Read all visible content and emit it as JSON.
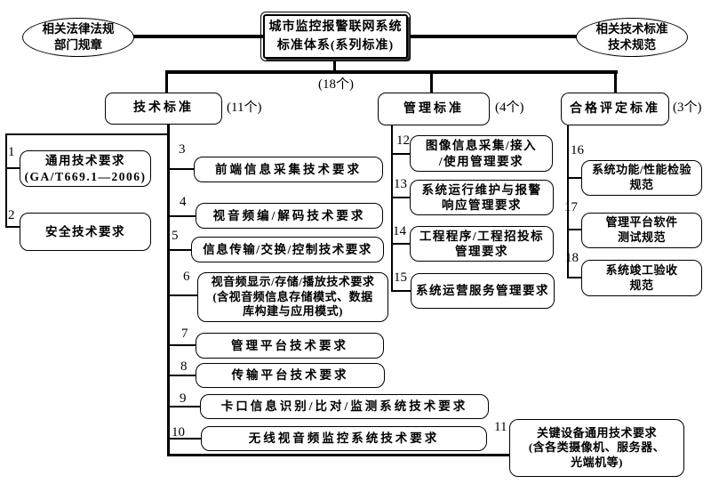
{
  "diagram": {
    "root": {
      "title": "城市监控报警联网系统\n标准体系(系列标准)",
      "total_count": "(18个)"
    },
    "left_ellipse": {
      "label": "相关法律法规\n部门规章"
    },
    "right_ellipse": {
      "label": "相关技术标准\n技术规范"
    },
    "branches": {
      "tech": {
        "label": "技术标准",
        "count": "(11个)"
      },
      "mgmt": {
        "label": "管理标准",
        "count": "(4个)"
      },
      "conformity": {
        "label": "合格评定标准",
        "count": "(3个)"
      }
    },
    "nodes": {
      "n1": {
        "num": "1",
        "label": "通用技术要求\n(GA/T669.1—2006)"
      },
      "n2": {
        "num": "2",
        "label": "安全技术要求"
      },
      "n3": {
        "num": "3",
        "label": "前端信息采集技术要求"
      },
      "n4": {
        "num": "4",
        "label": "视音频编/解码技术要求"
      },
      "n5": {
        "num": "5",
        "label": "信息传输/交换/控制技术要求"
      },
      "n6": {
        "num": "6",
        "label": "视音频显示/存储/播放技术要求\n(含视音频信息存储模式、数据\n库构建与应用模式)"
      },
      "n7": {
        "num": "7",
        "label": "管理平台技术要求"
      },
      "n8": {
        "num": "8",
        "label": "传输平台技术要求"
      },
      "n9": {
        "num": "9",
        "label": "卡口信息识别/比对/监测系统技术要求"
      },
      "n10": {
        "num": "10",
        "label": "无线视音频监控系统技术要求"
      },
      "n11": {
        "num": "11",
        "label": "关键设备通用技术要求\n(含各类摄像机、服务器、\n光端机等)"
      },
      "n12": {
        "num": "12",
        "label": "图像信息采集/接入\n/使用管理要求"
      },
      "n13": {
        "num": "13",
        "label": "系统运行维护与报警\n响应管理要求"
      },
      "n14": {
        "num": "14",
        "label": "工程程序/工程招投标\n管理要求"
      },
      "n15": {
        "num": "15",
        "label": "系统运营服务管理要求"
      },
      "n16": {
        "num": "16",
        "label": "系统功能/性能检验\n规范"
      },
      "n17": {
        "num": "17",
        "label": "管理平台软件\n测试规范"
      },
      "n18": {
        "num": "18",
        "label": "系统竣工验收\n规范"
      }
    },
    "colors": {
      "line": "#000000",
      "background": "#ffffff",
      "text": "#000000"
    }
  }
}
